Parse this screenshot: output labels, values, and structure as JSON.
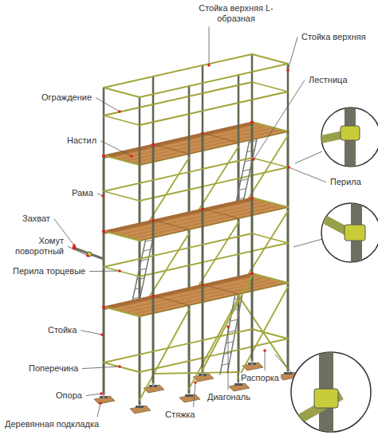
{
  "diagram": {
    "labels": [
      "Стойка верхняя L-образная",
      "Стойка верхняя",
      "Лестница",
      "Ограждение",
      "Настил",
      "Перила",
      "Рама",
      "Захват",
      "Хомут поворотный",
      "Перила торцевые",
      "Стойка",
      "Поперечина",
      "Опора",
      "Деревянная подкладка",
      "Распорка",
      "Диагональ",
      "Стяжка"
    ]
  }
}
